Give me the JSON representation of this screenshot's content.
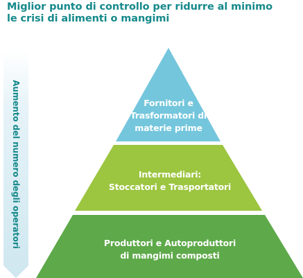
{
  "title": {
    "line1": "Miglior punto di controllo per ridurre al minimo",
    "line2": "le crisi di alimenti o mangimi"
  },
  "side_arrow": {
    "label": "Aumento del numero degli operatori",
    "color": "#d7ecf3"
  },
  "tiers": {
    "top": {
      "lines": [
        "Fornitori e",
        "Trasformatori di",
        "materie prime"
      ],
      "color": "#74c6dc"
    },
    "middle": {
      "lines": [
        "Intermediari:",
        "Stoccatori e Trasportatori"
      ],
      "color": "#9cc540"
    },
    "bottom": {
      "lines": [
        "Produttori e Autoproduttori",
        "di mangimi composti"
      ],
      "color": "#5ea94a"
    }
  },
  "colors": {
    "title": "#16898b"
  }
}
